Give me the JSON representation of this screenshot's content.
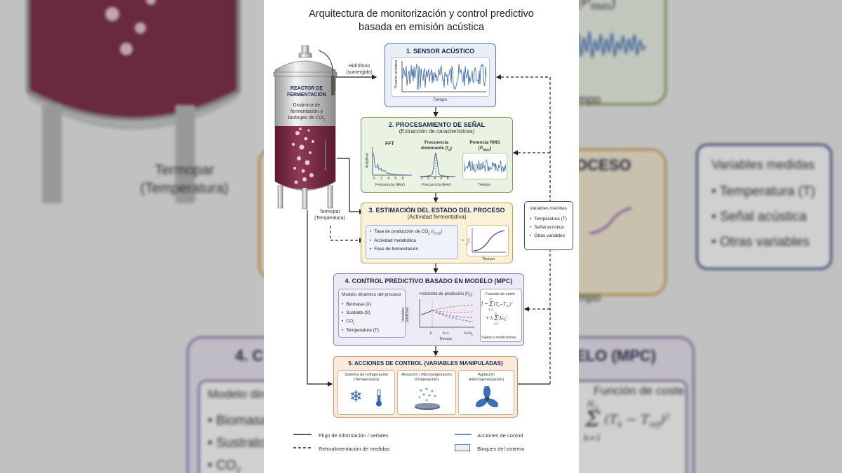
{
  "title": {
    "line1": "Arquitectura de monitorización y control predictivo",
    "line2": "basada en emisión acústica"
  },
  "reactor": {
    "title_line1": "REACTOR DE",
    "title_line2": "FERMENTACIÓN",
    "desc_line1": "Dinámica de",
    "desc_line2": "fermentación y",
    "desc_line3": "burbujeo de CO",
    "desc_sub": "2",
    "hydrophone_line1": "Hidrófono",
    "hydrophone_line2": "(sumergido)",
    "thermocouple_line1": "Termopar",
    "thermocouple_line2": "(Temperatura)"
  },
  "block1": {
    "title": "1. SENSOR ACÚSTICO",
    "ylabel": "Presión acústica",
    "xlabel": "Tiempo"
  },
  "block2": {
    "title": "2. PROCESAMIENTO DE SEÑAL",
    "subtitle": "(Extracción de características)",
    "fft": {
      "title": "FFT",
      "ylabel": "Amplitud",
      "xlabel": "Frecuencia (kHz)",
      "ticks": [
        "0",
        "2",
        "4",
        "6",
        "8"
      ]
    },
    "dominant": {
      "title_line1": "Frecuencia",
      "title_line2": "dominante (f",
      "title_sub": "d",
      "title_end": ")",
      "xlabel": "Frecuencia (kHz)",
      "ticks": [
        "0",
        "2",
        "4",
        "6",
        "8"
      ]
    },
    "rms": {
      "title_line1": "Potencia RMS",
      "title_line2": "(P",
      "title_sub": "RMS",
      "title_end": ")",
      "xlabel": "Tiempo"
    }
  },
  "block3": {
    "title": "3. ESTIMACIÓN DEL ESTADO DEL PROCESO",
    "subtitle": "(Actividad fermentativa)",
    "items": [
      {
        "text": "Tasa de producción de CO",
        "sub": "2",
        "tail": " (r",
        "tailsub": "CO2",
        "end": ")"
      },
      {
        "text": "Actividad metabólica"
      },
      {
        "text": "Fase de fermentación"
      }
    ],
    "ylabel": "r",
    "ylabel_sub": "CO2",
    "xlabel": "Tiempo"
  },
  "measured": {
    "title": "Variables medidas",
    "items": [
      "Temperatura (T)",
      "Señal acústica",
      "Otras variables"
    ]
  },
  "block4": {
    "title": "4. CONTROL PREDICTIVO BASADO EN MODELO (MPC)",
    "model": {
      "title": "Modelo dinámico del proceso",
      "items": [
        {
          "text": "Biomasa (X)"
        },
        {
          "text": "Sustrato (S)"
        },
        {
          "text": "CO",
          "sub": "2"
        },
        {
          "text": "Temperatura (T)"
        }
      ]
    },
    "horizon": {
      "title": "Horizonte de predicción (N",
      "title_sub": "p",
      "title_end": ")",
      "ylabel_line1": "Variables",
      "ylabel_line2": "predichas",
      "xlabel": "Tiempo",
      "tick_k": "k",
      "tick_k1": "k+1",
      "tick_knp": "k+N",
      "tick_knp_sub": "p"
    },
    "cost": {
      "title": "Función de coste",
      "constraint": "Sujeto a restricciones"
    }
  },
  "block5": {
    "title": "5. ACCIONES DE CONTROL (VARIABLES MANIPULADAS)",
    "cooling": {
      "line1": "Sistema de refrigeración",
      "line2": "(Temperatura)"
    },
    "aeration": {
      "line1": "Aireación / Microoxigenación",
      "line2": "(Oxigenación)"
    },
    "agitation": {
      "line1": "Agitación",
      "line2": "(Homogeneización)"
    }
  },
  "legend": {
    "info": "Flujo de información / señales",
    "feedback": "Retroalimentación de medidas",
    "actions": "Acciones de control",
    "blocks": "Bloques del sistema"
  },
  "backdrop": {
    "thermo_line1": "Termopar",
    "thermo_line2": "(Temperatura)",
    "rms_fragment": "RMS",
    "time_fragment1": "mpo",
    "time_fragment2": "mpo",
    "proceso_fragment": "OCESO",
    "measured_title": "Variables medidas",
    "measured_items": [
      "Temperatura (T)",
      "Señal acústica",
      "Otras variables"
    ],
    "block4_left": "4. C",
    "block4_right": "ELO (MPC)",
    "model_fragment": "Modelo din",
    "model_items": [
      "Biomasa",
      "Sustrato",
      "CO"
    ],
    "model_sub": "2",
    "cost_title": "Función de coste"
  },
  "colors": {
    "blue_block": "#e9eef7",
    "blue_border": "#5c75a7",
    "green_block": "#eaf2e2",
    "green_border": "#7a9a58",
    "yellow_block": "#fbf1d8",
    "yellow_border": "#c9a04a",
    "purple_block": "#eeeaf5",
    "purple_border": "#8d7cae",
    "peach_block": "#fbeadc",
    "peach_border": "#c99066",
    "signal": "#2d62b0",
    "wine": "#7b2a45"
  }
}
